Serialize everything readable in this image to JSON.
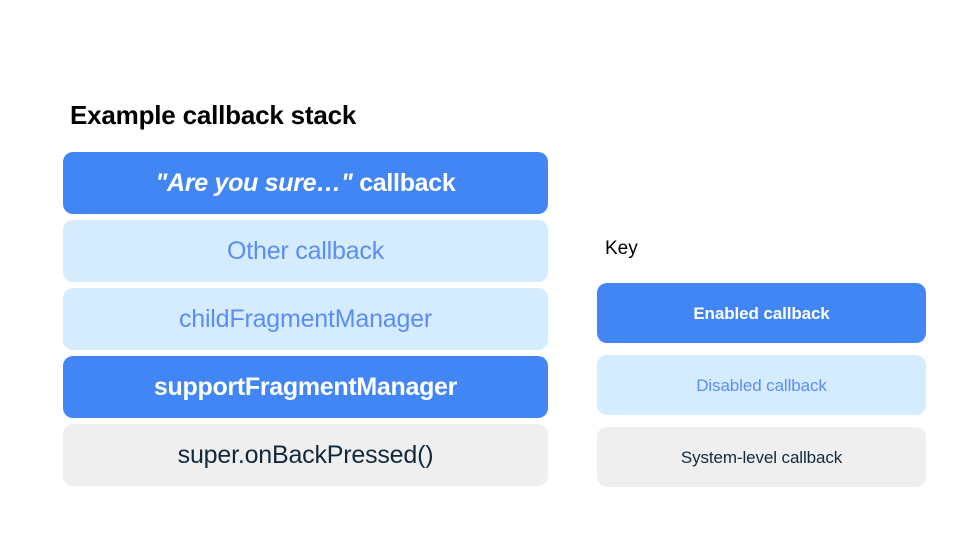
{
  "stack": {
    "title": "Example callback stack",
    "items": [
      {
        "label": "\"Are you sure…\" callback",
        "quoted": "\"Are you sure…\"",
        "suffix": " callback",
        "style": "enabled"
      },
      {
        "label": "Other callback",
        "style": "disabled"
      },
      {
        "label": "childFragmentManager",
        "style": "disabled"
      },
      {
        "label": "supportFragmentManager",
        "style": "enabled"
      },
      {
        "label": "super.onBackPressed()",
        "style": "system"
      }
    ]
  },
  "key": {
    "title": "Key",
    "items": [
      {
        "label": "Enabled callback",
        "style": "enabled"
      },
      {
        "label": "Disabled callback",
        "style": "disabled"
      },
      {
        "label": "System-level callback",
        "style": "system"
      }
    ]
  },
  "colors": {
    "enabled_bg": "#4285F4",
    "enabled_text": "#FFFFFF",
    "disabled_bg": "#D4ECFD",
    "disabled_text": "#5B8DF6",
    "system_bg": "#EFEFEF",
    "system_text": "#12293D",
    "page_bg": "#FFFFFF",
    "title_text": "#000000"
  }
}
